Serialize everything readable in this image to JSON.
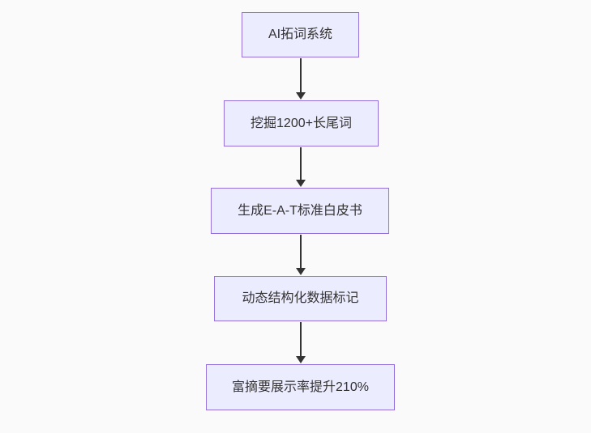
{
  "flowchart": {
    "type": "flowchart",
    "direction": "top-down",
    "nodes": [
      {
        "id": "A",
        "label": "AI拓词系统"
      },
      {
        "id": "B",
        "label": "挖掘1200+长尾词"
      },
      {
        "id": "C",
        "label": "生成E-A-T标准白皮书"
      },
      {
        "id": "D",
        "label": "动态结构化数据标记"
      },
      {
        "id": "E",
        "label": "富摘要展示率提升210%"
      }
    ],
    "edges": [
      {
        "from": "A",
        "to": "B"
      },
      {
        "from": "B",
        "to": "C"
      },
      {
        "from": "C",
        "to": "D"
      },
      {
        "from": "D",
        "to": "E"
      }
    ],
    "colors": {
      "background": "#fafafa",
      "node_fill": "#ECECFF",
      "node_border": "#9370DB",
      "node_text": "#333333",
      "edge_line": "#333333"
    }
  }
}
